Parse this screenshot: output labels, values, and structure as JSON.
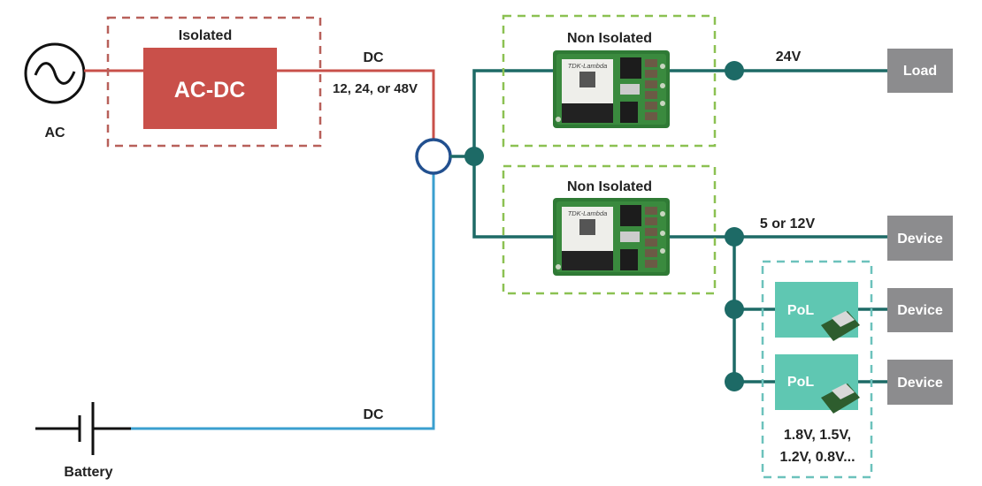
{
  "colors": {
    "ac_red": "#c9504a",
    "isolated_dash": "#b8605a",
    "non_isolated_dash": "#8cc152",
    "pol_dash": "#6cc2bc",
    "teal_bus": "#1d6a66",
    "battery_blue": "#3a9fcf",
    "junction_blue": "#22508f",
    "pol_fill": "#5fc7b2",
    "device_gray": "#8c8c8e",
    "module_green": "#2f7a35"
  },
  "source": {
    "ac_label": "AC",
    "ac_icon": "sine-wave-icon",
    "battery_label": "Battery",
    "battery_icon": "battery-symbol-icon"
  },
  "isolated": {
    "title": "Isolated",
    "converter_label": "AC-DC",
    "output_label": "DC",
    "output_voltage": "12, 24, or 48V"
  },
  "battery_line": {
    "label": "DC"
  },
  "non_isolated": [
    {
      "title": "Non Isolated",
      "output_voltage": "24V",
      "load_label": "Load",
      "module_marking": "TDK-Lambda"
    },
    {
      "title": "Non Isolated",
      "output_voltage": "5 or 12V",
      "load_label": "Device",
      "module_marking": "TDK-Lambda"
    }
  ],
  "pol": {
    "modules": [
      {
        "label": "PoL",
        "load_label": "Device"
      },
      {
        "label": "PoL",
        "load_label": "Device"
      }
    ],
    "voltages_line1": "1.8V, 1.5V,",
    "voltages_line2": "1.2V, 0.8V..."
  }
}
